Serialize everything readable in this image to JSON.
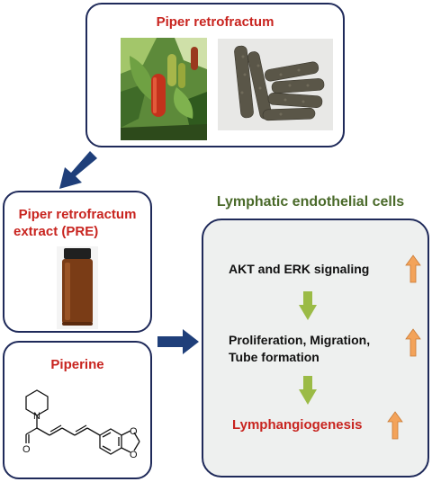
{
  "source_plant": {
    "title": "Piper retrofractum"
  },
  "extract": {
    "title_line1": "Piper retrofractum",
    "title_line2": "extract (PRE)"
  },
  "compound": {
    "title": "Piperine"
  },
  "target": {
    "title": "Lymphatic endothelial cells"
  },
  "pathway": {
    "step1": "AKT and ERK signaling",
    "step2_line1": "Proliferation, Migration,",
    "step2_line2": "Tube formation",
    "step3": "Lymphangiogenesis"
  },
  "colors": {
    "box_border": "#1f2a5a",
    "title_red": "#c8241f",
    "title_green": "#4a6a2a",
    "down_arrow_green": "#9bbb46",
    "up_arrow_orange": "#f3a35a",
    "blue_arrow": "#1f3f7a",
    "panel_bg": "#eef0ef"
  },
  "icons": {
    "plant_photo": "plant-photo",
    "dried_fruit_photo": "dried-fruit-photo",
    "vial": "vial-icon",
    "structure": "piperine-structure"
  }
}
